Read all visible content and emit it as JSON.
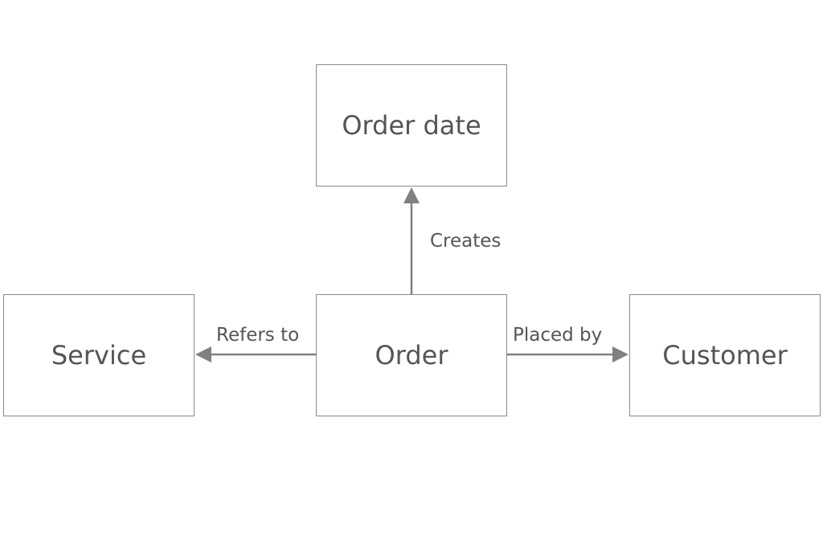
{
  "nodes": {
    "order_date": "Order date",
    "service": "Service",
    "order": "Order",
    "customer": "Customer"
  },
  "edges": {
    "creates": "Creates",
    "refers_to": "Refers to",
    "placed_by": "Placed by"
  },
  "colors": {
    "line": "#808080",
    "border": "#8a8a8a",
    "text": "#555555"
  }
}
